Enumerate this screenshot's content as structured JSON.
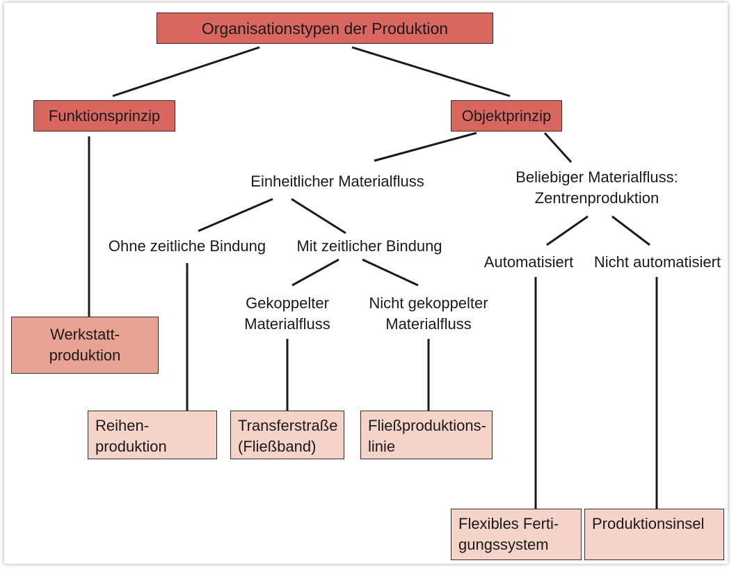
{
  "diagram": {
    "root": "Organisationstypen der Produktion",
    "funktionsprinzip": "Funktionsprinzip",
    "objektprinzip": "Objektprinzip",
    "einheitlich": "Einheitlicher Materialfluss",
    "beliebig": "Beliebiger Materialfluss:\nZentrenproduktion",
    "ohne_bindung": "Ohne zeitliche Bindung",
    "mit_bindung": "Mit zeitlicher Bindung",
    "gekoppelt": "Gekoppelter\nMaterialfluss",
    "nicht_gekoppelt": "Nicht gekoppelter\nMaterialfluss",
    "automatisiert": "Automatisiert",
    "nicht_automatisiert": "Nicht automatisiert",
    "werkstatt": "Werkstatt-\nproduktion",
    "reihen": "Reihen-\nproduktion",
    "transfer": "Transferstraße\n(Fließband)",
    "fliess": "Fließproduktions-\nlinie",
    "fertigung": "Flexibles Ferti-\ngungssystem",
    "insel": "Produktionsinsel"
  },
  "colors": {
    "level1": "#d9675f",
    "level_werkstatt": "#e9a292",
    "level_leaf": "#f6d3c8"
  }
}
